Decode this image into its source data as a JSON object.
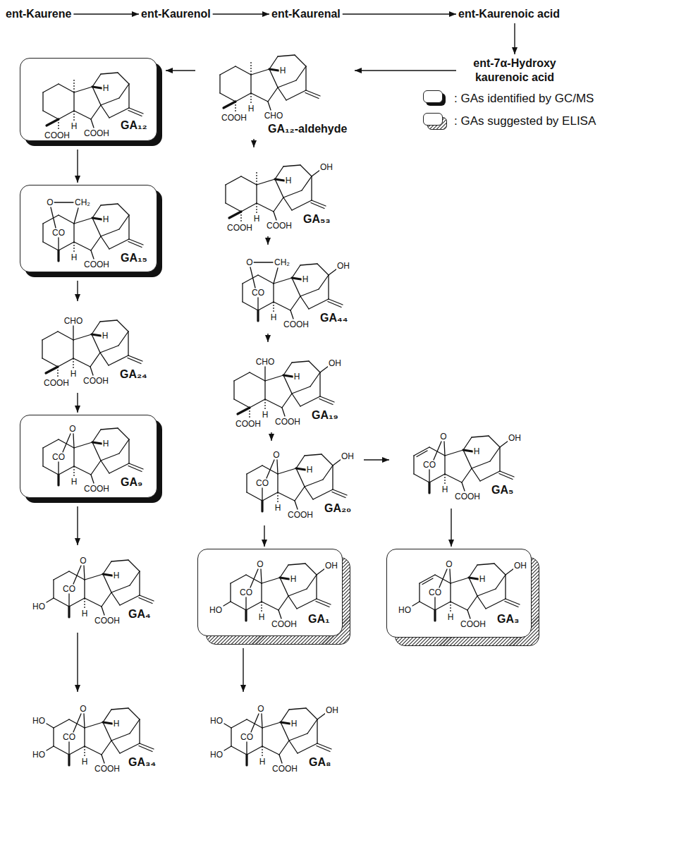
{
  "diagram": {
    "nodes": [
      {
        "text": [
          "ent-Kaurene"
        ]
      },
      {
        "text": [
          "ent-Kaurenol"
        ]
      },
      {
        "text": [
          "ent-Kaurenal"
        ]
      },
      {
        "text": [
          "ent-Kaurenoic acid"
        ]
      },
      {
        "text": [
          "ent-7α-Hydroxy kaurenoic acid"
        ]
      },
      {
        "text": [
          "GA₁₂-aldehyde",
          "H",
          "H",
          "CHO",
          "COOH"
        ]
      },
      {
        "text": [
          "GA₁₂",
          "H",
          "H",
          "COOH",
          "COOH"
        ]
      },
      {
        "text": [
          "GA₅₃",
          "OH",
          "H",
          "H",
          "COOH",
          "COOH"
        ]
      },
      {
        "text": [
          "GA₁₅",
          "O",
          "CH₂",
          "CO",
          "H",
          "H",
          "COOH"
        ]
      },
      {
        "text": [
          "GA₄₄",
          "O",
          "CH₂",
          "OH",
          "CO",
          "H",
          "H",
          "COOH"
        ]
      },
      {
        "text": [
          "GA₂₄",
          "CHO",
          "H",
          "H",
          "COOH",
          "COOH"
        ]
      },
      {
        "text": [
          "GA₁₉",
          "CHO",
          "OH",
          "H",
          "H",
          "COOH",
          "COOH"
        ]
      },
      {
        "text": [
          "GA₉",
          "O",
          "CO",
          "H",
          "H",
          "COOH"
        ]
      },
      {
        "text": [
          "GA₂₀",
          "O",
          "OH",
          "CO",
          "H",
          "H",
          "COOH"
        ]
      },
      {
        "text": [
          "GA₅",
          "O",
          "OH",
          "CO",
          "H",
          "H",
          "COOH"
        ]
      },
      {
        "text": [
          "GA₄",
          "O",
          "CO",
          "HO",
          "H",
          "H",
          "COOH"
        ]
      },
      {
        "text": [
          "GA₁",
          "O",
          "OH",
          "CO",
          "HO",
          "H",
          "H",
          "COOH"
        ]
      },
      {
        "text": [
          "GA₃",
          "O",
          "OH",
          "CO",
          "HO",
          "H",
          "H",
          "COOH"
        ]
      },
      {
        "text": [
          "GA₃₄",
          "HO",
          "O",
          "CO",
          "HO",
          "H",
          "H",
          "COOH"
        ]
      },
      {
        "text": [
          "GA₈",
          "O",
          "OH",
          "HO",
          "CO",
          "HO",
          "H",
          "H",
          "COOH"
        ]
      }
    ],
    "edges": [
      {
        "from": 0,
        "to": 1,
        "arrow": "to"
      },
      {
        "from": 1,
        "to": 2,
        "arrow": "to"
      },
      {
        "from": 2,
        "to": 3,
        "arrow": "to"
      },
      {
        "from": 3,
        "to": 4,
        "arrow": "to"
      },
      {
        "from": 4,
        "to": 5,
        "arrow": "to"
      },
      {
        "from": 5,
        "to": 6,
        "arrow": "to"
      },
      {
        "from": 5,
        "to": 7,
        "arrow": "to"
      },
      {
        "from": 6,
        "to": 8,
        "arrow": "to"
      },
      {
        "from": 8,
        "to": 10,
        "arrow": "to"
      },
      {
        "from": 10,
        "to": 12,
        "arrow": "to"
      },
      {
        "from": 12,
        "to": 15,
        "arrow": "to"
      },
      {
        "from": 15,
        "to": 18,
        "arrow": "to"
      },
      {
        "from": 7,
        "to": 9,
        "arrow": "to"
      },
      {
        "from": 9,
        "to": 11,
        "arrow": "to"
      },
      {
        "from": 11,
        "to": 13,
        "arrow": "to"
      },
      {
        "from": 13,
        "to": 14,
        "arrow": "to"
      },
      {
        "from": 13,
        "to": 16,
        "arrow": "to"
      },
      {
        "from": 16,
        "to": 19,
        "arrow": "to"
      },
      {
        "from": 14,
        "to": 17,
        "arrow": "to"
      }
    ],
    "legend": [
      {
        "text": ": GAs identified by GC/MS"
      },
      {
        "text": ": GAs suggested by ELISA"
      }
    ]
  }
}
